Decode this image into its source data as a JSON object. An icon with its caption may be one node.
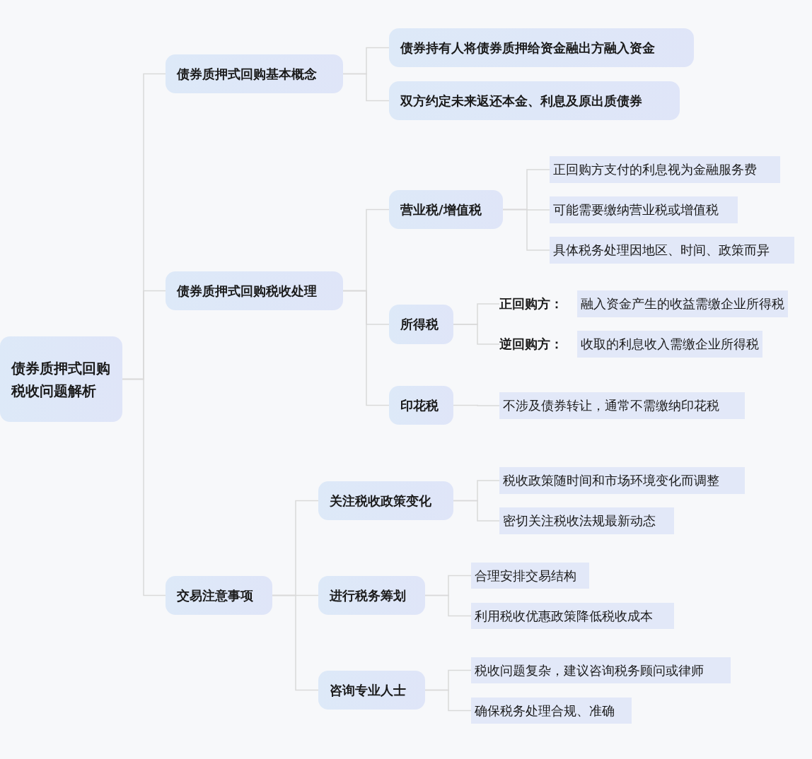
{
  "diagram": {
    "nodes": [
      {
        "text": [
          "债券质押式回购税收问题解析"
        ]
      },
      {
        "text": [
          "债券质押式回购基本概念"
        ]
      },
      {
        "text": [
          "债券持有人将债券质押给资金融出方融入资金"
        ]
      },
      {
        "text": [
          "双方约定未来返还本金、利息及原出质债券"
        ]
      },
      {
        "text": [
          "债券质押式回购税收处理"
        ]
      },
      {
        "text": [
          "营业税/增值税"
        ]
      },
      {
        "text": [
          "正回购方支付的利息视为金融服务费"
        ]
      },
      {
        "text": [
          "可能需要缴纳营业税或增值税"
        ]
      },
      {
        "text": [
          "具体税务处理因地区、时间、政策而异"
        ]
      },
      {
        "text": [
          "所得税"
        ]
      },
      {
        "text": [
          "正回购方：",
          "融入资金产生的收益需缴企业所得税"
        ]
      },
      {
        "text": [
          "逆回购方：",
          "收取的利息收入需缴企业所得税"
        ]
      },
      {
        "text": [
          "印花税"
        ]
      },
      {
        "text": [
          "不涉及债券转让，通常不需缴纳印花税"
        ]
      },
      {
        "text": [
          "交易注意事项"
        ]
      },
      {
        "text": [
          "关注税收政策变化"
        ]
      },
      {
        "text": [
          "税收政策随时间和市场环境变化而调整"
        ]
      },
      {
        "text": [
          "密切关注税收法规最新动态"
        ]
      },
      {
        "text": [
          "进行税务筹划"
        ]
      },
      {
        "text": [
          "合理安排交易结构"
        ]
      },
      {
        "text": [
          "利用税收优惠政策降低税收成本"
        ]
      },
      {
        "text": [
          "咨询专业人士"
        ]
      },
      {
        "text": [
          "税收问题复杂，建议咨询税务顾问或律师"
        ]
      },
      {
        "text": [
          "确保税务处理合规、准确"
        ]
      }
    ],
    "edges": [
      {
        "from": 0,
        "to": 1,
        "arrow": "none"
      },
      {
        "from": 0,
        "to": 4,
        "arrow": "none"
      },
      {
        "from": 0,
        "to": 14,
        "arrow": "none"
      },
      {
        "from": 1,
        "to": 2,
        "arrow": "none"
      },
      {
        "from": 1,
        "to": 3,
        "arrow": "none"
      },
      {
        "from": 4,
        "to": 5,
        "arrow": "none"
      },
      {
        "from": 4,
        "to": 9,
        "arrow": "none"
      },
      {
        "from": 4,
        "to": 12,
        "arrow": "none"
      },
      {
        "from": 5,
        "to": 6,
        "arrow": "none"
      },
      {
        "from": 5,
        "to": 7,
        "arrow": "none"
      },
      {
        "from": 5,
        "to": 8,
        "arrow": "none"
      },
      {
        "from": 9,
        "to": 10,
        "arrow": "none"
      },
      {
        "from": 9,
        "to": 11,
        "arrow": "none"
      },
      {
        "from": 12,
        "to": 13,
        "arrow": "none"
      },
      {
        "from": 14,
        "to": 15,
        "arrow": "none"
      },
      {
        "from": 14,
        "to": 18,
        "arrow": "none"
      },
      {
        "from": 14,
        "to": 21,
        "arrow": "none"
      },
      {
        "from": 15,
        "to": 16,
        "arrow": "none"
      },
      {
        "from": 15,
        "to": 17,
        "arrow": "none"
      },
      {
        "from": 18,
        "to": 19,
        "arrow": "none"
      },
      {
        "from": 18,
        "to": 20,
        "arrow": "none"
      },
      {
        "from": 21,
        "to": 22,
        "arrow": "none"
      },
      {
        "from": 21,
        "to": 23,
        "arrow": "none"
      }
    ]
  }
}
